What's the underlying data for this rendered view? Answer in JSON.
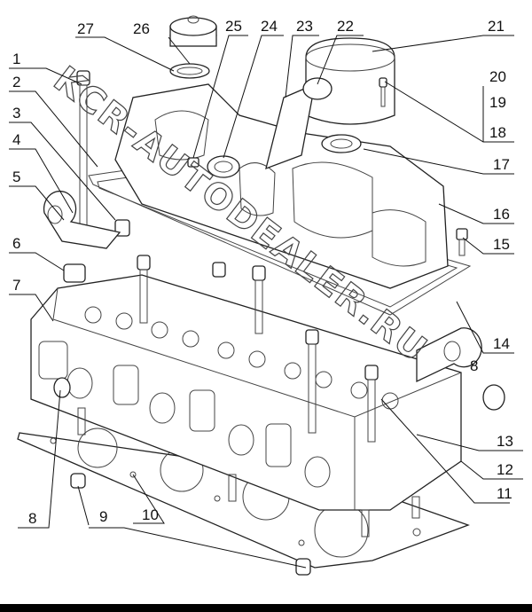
{
  "watermark": "KCR-AUTODEALER.RU",
  "callouts": [
    {
      "id": "c1",
      "label": "1"
    },
    {
      "id": "c2",
      "label": "2"
    },
    {
      "id": "c3",
      "label": "3"
    },
    {
      "id": "c4",
      "label": "4"
    },
    {
      "id": "c5",
      "label": "5"
    },
    {
      "id": "c6",
      "label": "6"
    },
    {
      "id": "c7",
      "label": "7"
    },
    {
      "id": "c8a",
      "label": "8"
    },
    {
      "id": "c8b",
      "label": "8"
    },
    {
      "id": "c9",
      "label": "9"
    },
    {
      "id": "c10",
      "label": "10"
    },
    {
      "id": "c11",
      "label": "11"
    },
    {
      "id": "c12",
      "label": "12"
    },
    {
      "id": "c13",
      "label": "13"
    },
    {
      "id": "c14",
      "label": "14"
    },
    {
      "id": "c15",
      "label": "15"
    },
    {
      "id": "c16",
      "label": "16"
    },
    {
      "id": "c17",
      "label": "17"
    },
    {
      "id": "c18",
      "label": "18"
    },
    {
      "id": "c19",
      "label": "19"
    },
    {
      "id": "c20",
      "label": "20"
    },
    {
      "id": "c21",
      "label": "21"
    },
    {
      "id": "c22",
      "label": "22"
    },
    {
      "id": "c23",
      "label": "23"
    },
    {
      "id": "c24",
      "label": "24"
    },
    {
      "id": "c25",
      "label": "25"
    },
    {
      "id": "c26",
      "label": "26"
    },
    {
      "id": "c27",
      "label": "27"
    }
  ]
}
